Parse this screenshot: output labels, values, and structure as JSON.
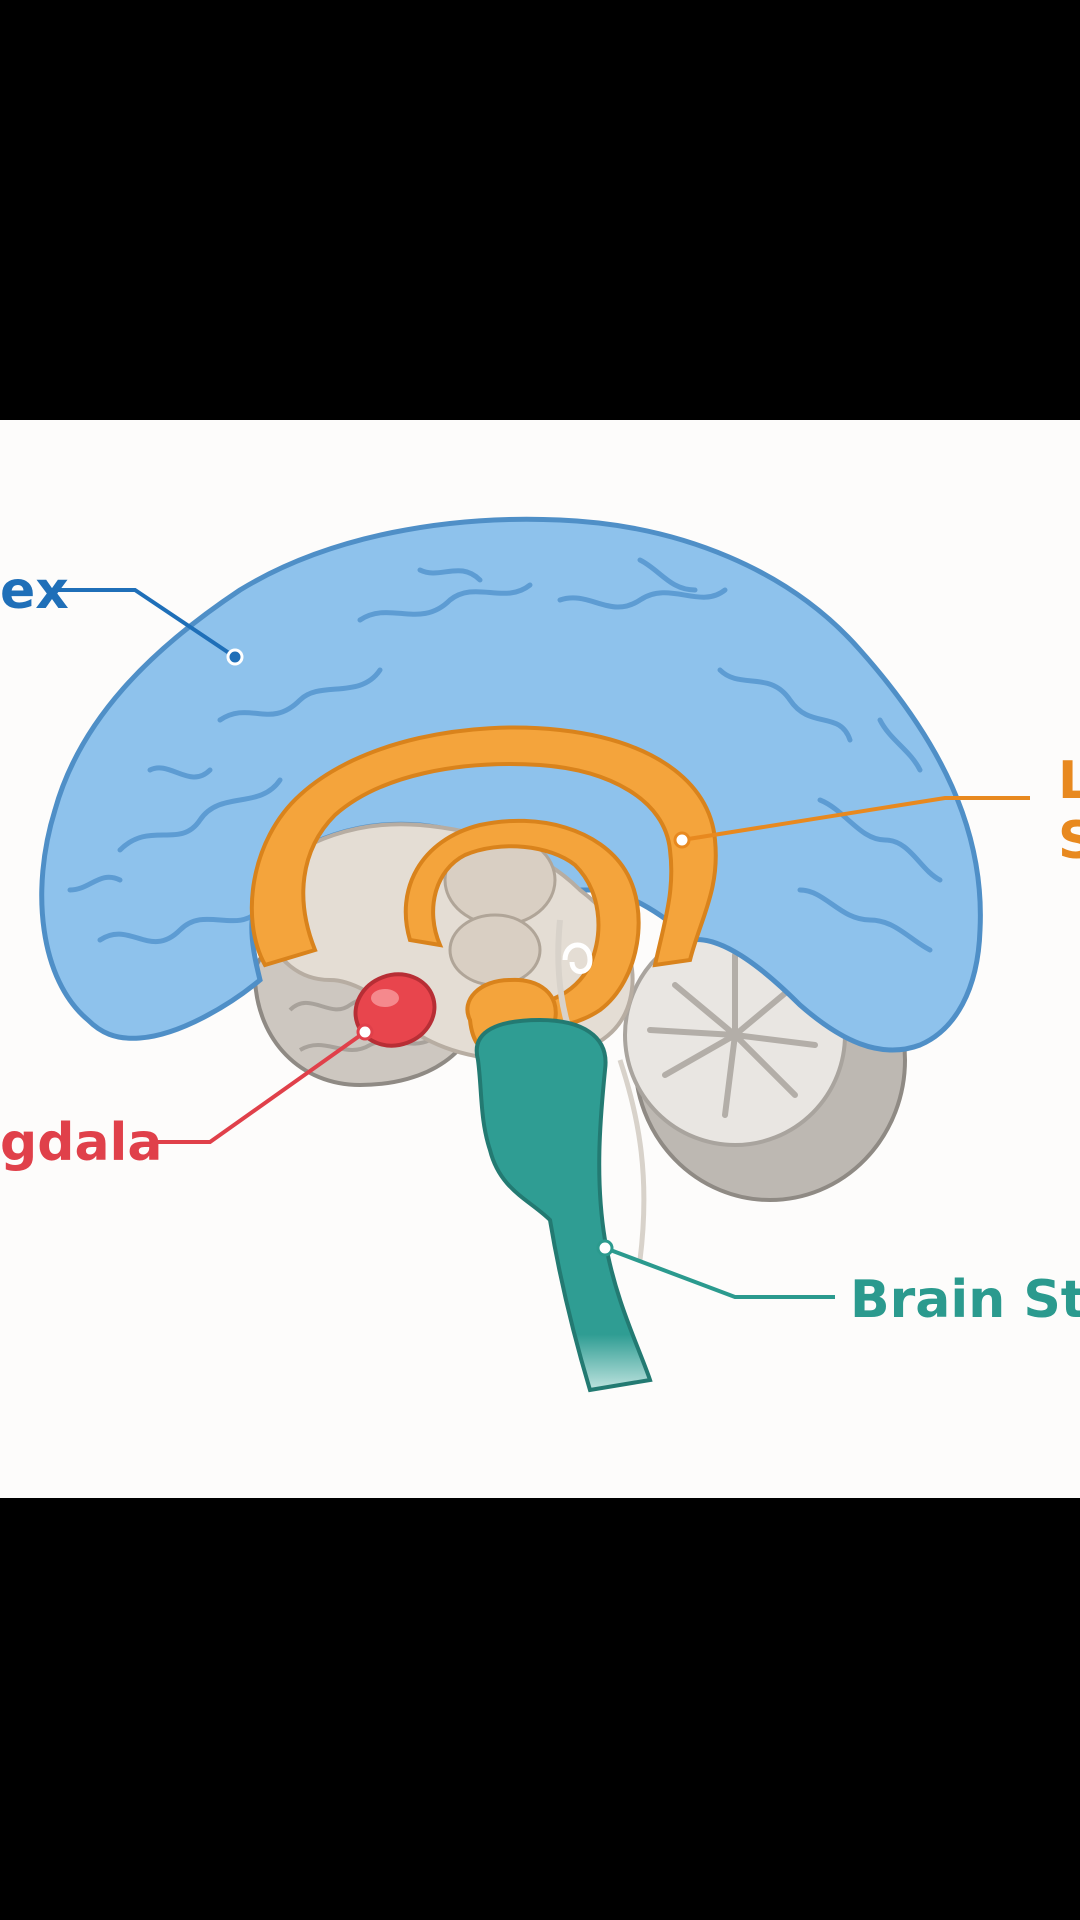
{
  "labels": {
    "cortex": "ex",
    "limbic_line1": "L",
    "limbic_line2": "S",
    "amygdala": "gdala",
    "brainstem": "Brain Ste"
  },
  "colors": {
    "cortex": "#8ec2ec",
    "cortex_stroke": "#4f8fc7",
    "cortex_label": "#1f6fb8",
    "limbic": "#f4a43c",
    "limbic_stroke": "#d9831c",
    "limbic_label": "#e8891f",
    "amygdala": "#e8454d",
    "amygdala_label": "#e0404a",
    "brainstem": "#2f9d93",
    "brainstem_label": "#2b9a8e",
    "cerebellum": "#c9c5c0",
    "inner": "#e4ddd4"
  },
  "icons": [
    "brain-diagram-icon"
  ]
}
